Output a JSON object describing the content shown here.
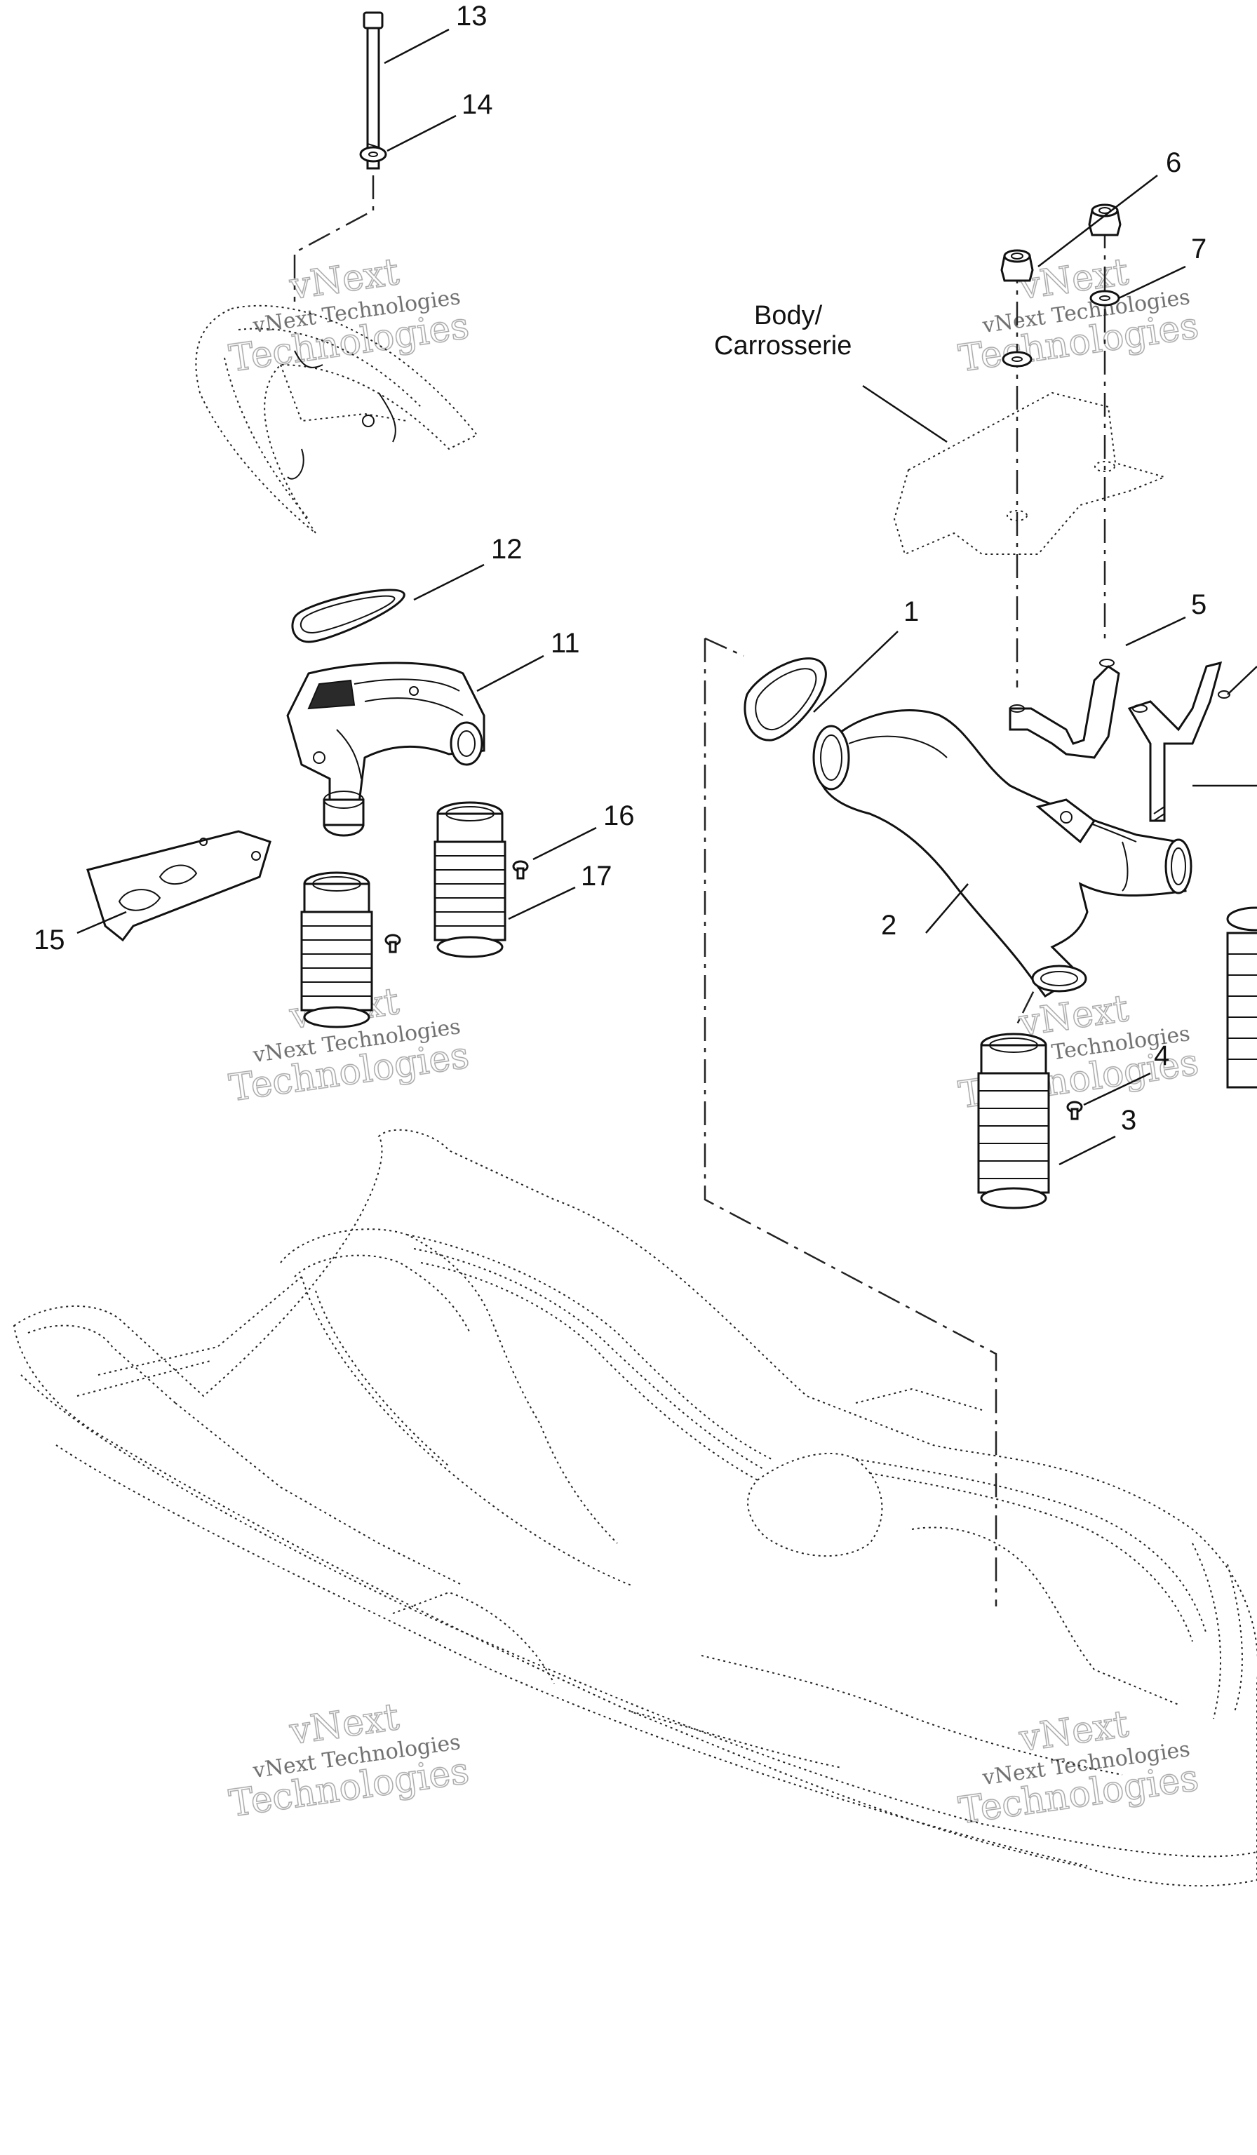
{
  "callouts": {
    "c1": "1",
    "c2": "2",
    "c3": "3",
    "c4": "4",
    "c5": "5",
    "c6": "6",
    "c7": "7",
    "c11": "11",
    "c12": "12",
    "c13": "13",
    "c14": "14",
    "c15": "15",
    "c16": "16",
    "c17": "17"
  },
  "body_label": {
    "line1": "Body/",
    "line2": "Carrosserie"
  },
  "watermark": {
    "line1": "vNext",
    "line2": "vNext Technologies",
    "line3": "Technologies"
  }
}
